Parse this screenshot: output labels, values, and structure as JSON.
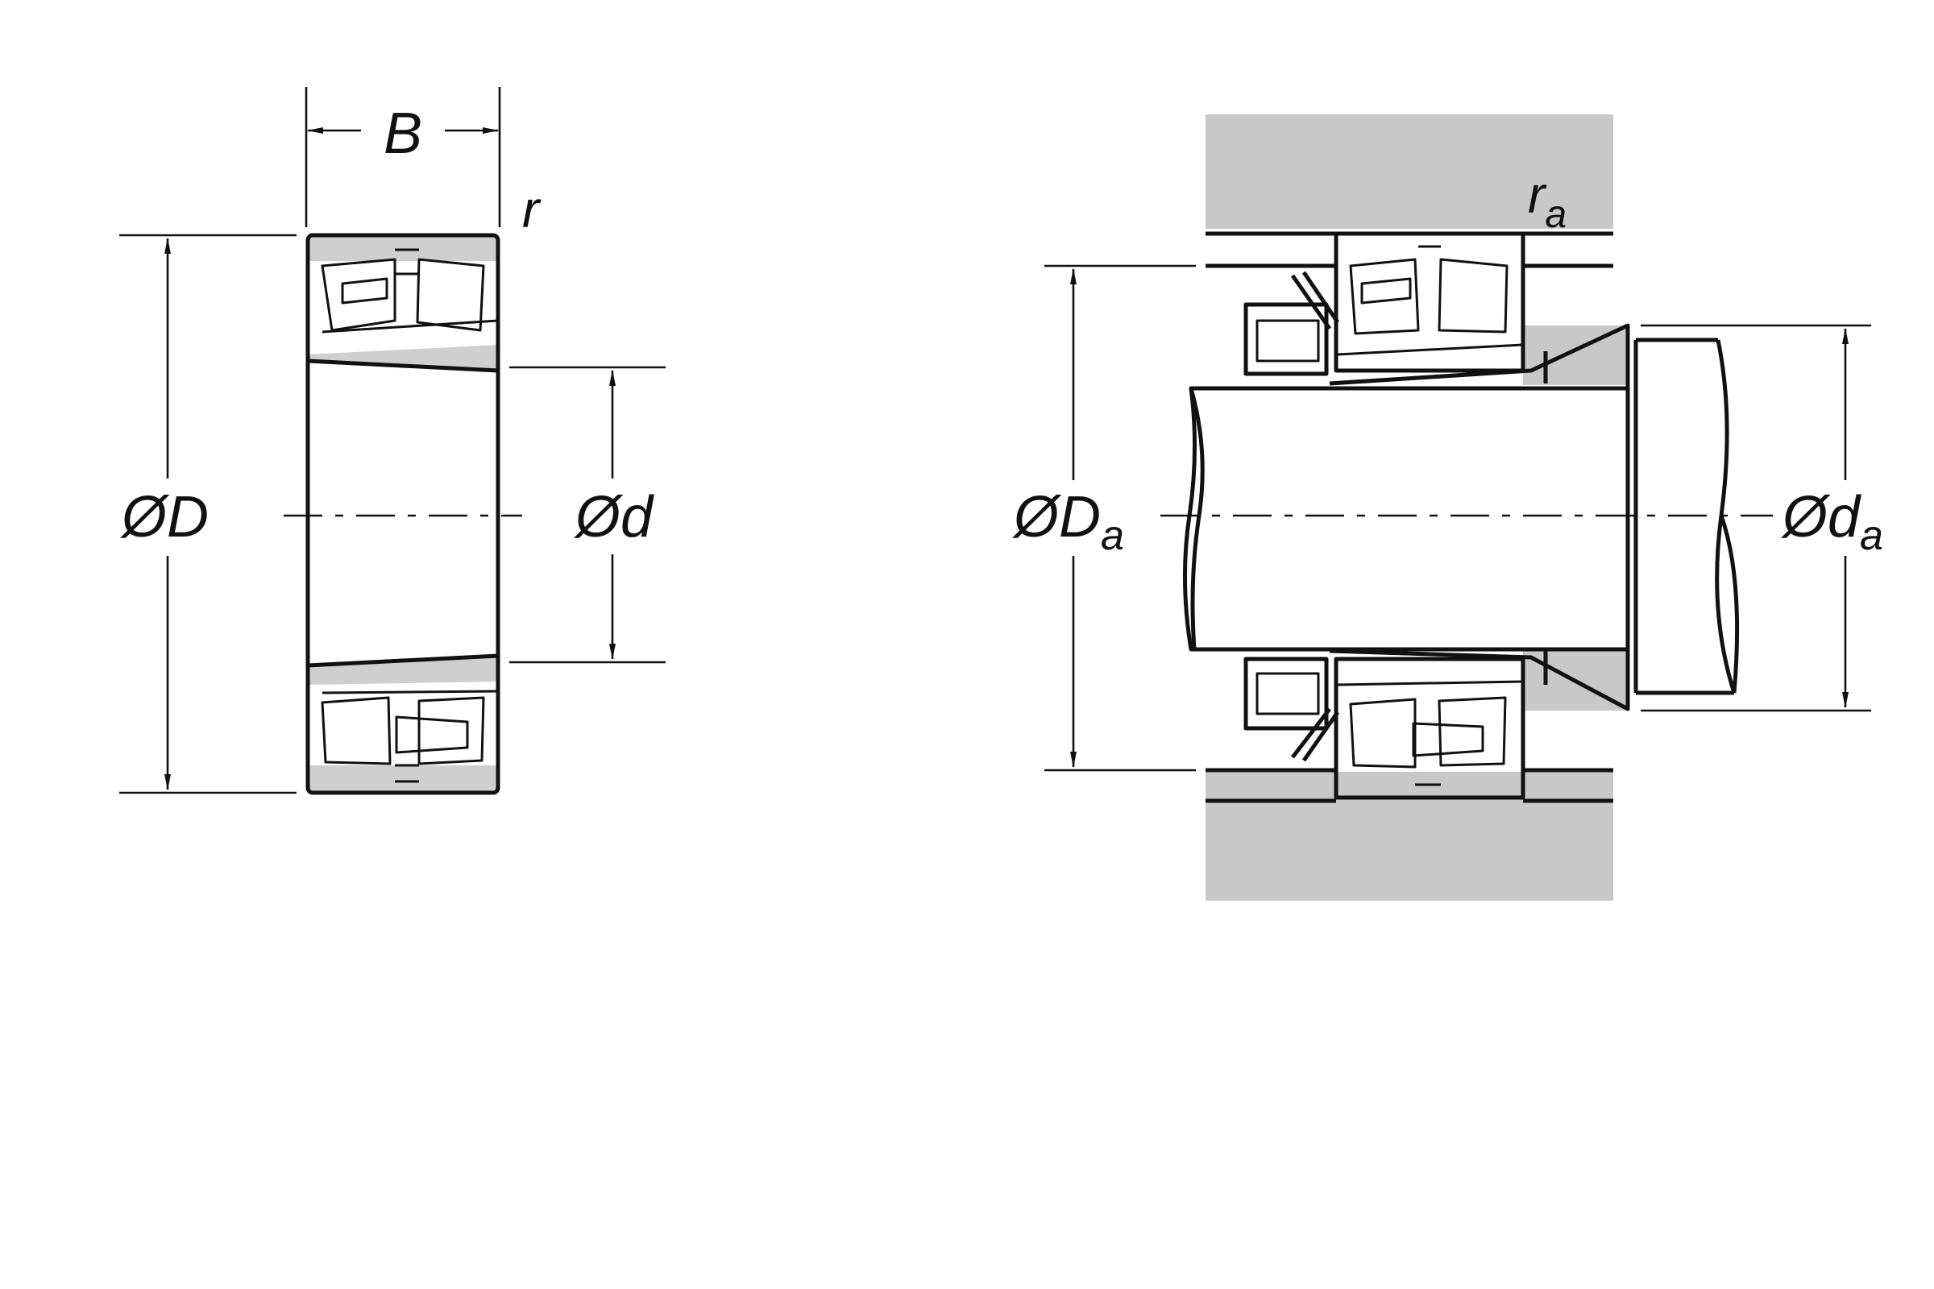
{
  "figure": {
    "labels": {
      "width_B": "B",
      "fillet_r": "r",
      "outer_diameter": "ØD",
      "bore_diameter": "Ød",
      "housing_fillet_base": "r",
      "housing_fillet_sub": "a",
      "housing_diameter_base": "ØD",
      "housing_diameter_sub": "a",
      "shaft_diameter_base": "Ød",
      "shaft_diameter_sub": "a"
    },
    "colors": {
      "housing_fill": "#c8c8c8",
      "ring_fill": "#cfcfcf",
      "line": "#111111",
      "background": "#ffffff"
    }
  }
}
